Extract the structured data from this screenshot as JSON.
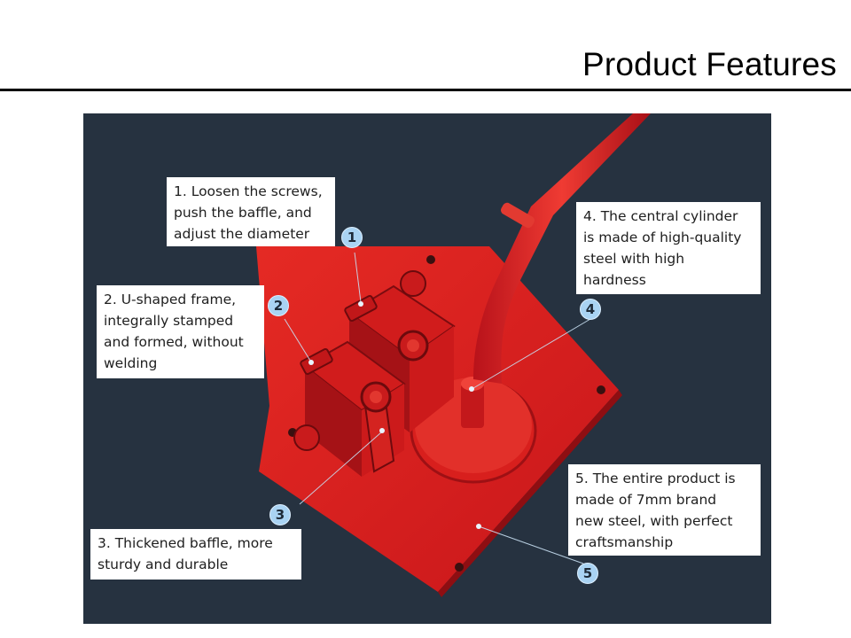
{
  "slide": {
    "title": "Product Features"
  },
  "photo": {
    "subject": "red manual rebar bending machine"
  },
  "callouts": [
    {
      "number": "1",
      "lines": [
        "1. Loosen the screws,",
        "push the baffle, and",
        "adjust the diameter"
      ]
    },
    {
      "number": "2",
      "lines": [
        "2. U-shaped frame,",
        "integrally stamped",
        "and formed, without",
        "welding"
      ]
    },
    {
      "number": "3",
      "lines": [
        "3. Thickened baffle, more",
        "sturdy and durable"
      ]
    },
    {
      "number": "4",
      "lines": [
        "4. The central cylinder",
        "is made of high-quality",
        "steel with high",
        "hardness"
      ]
    },
    {
      "number": "5",
      "lines": [
        "5. The entire product is",
        "made of 7mm brand",
        "new steel, with perfect",
        "craftsmanship"
      ]
    }
  ],
  "colors": {
    "background": "#263240",
    "machine_red": "#e0201e",
    "badge_fill": "#a9d3f3"
  }
}
